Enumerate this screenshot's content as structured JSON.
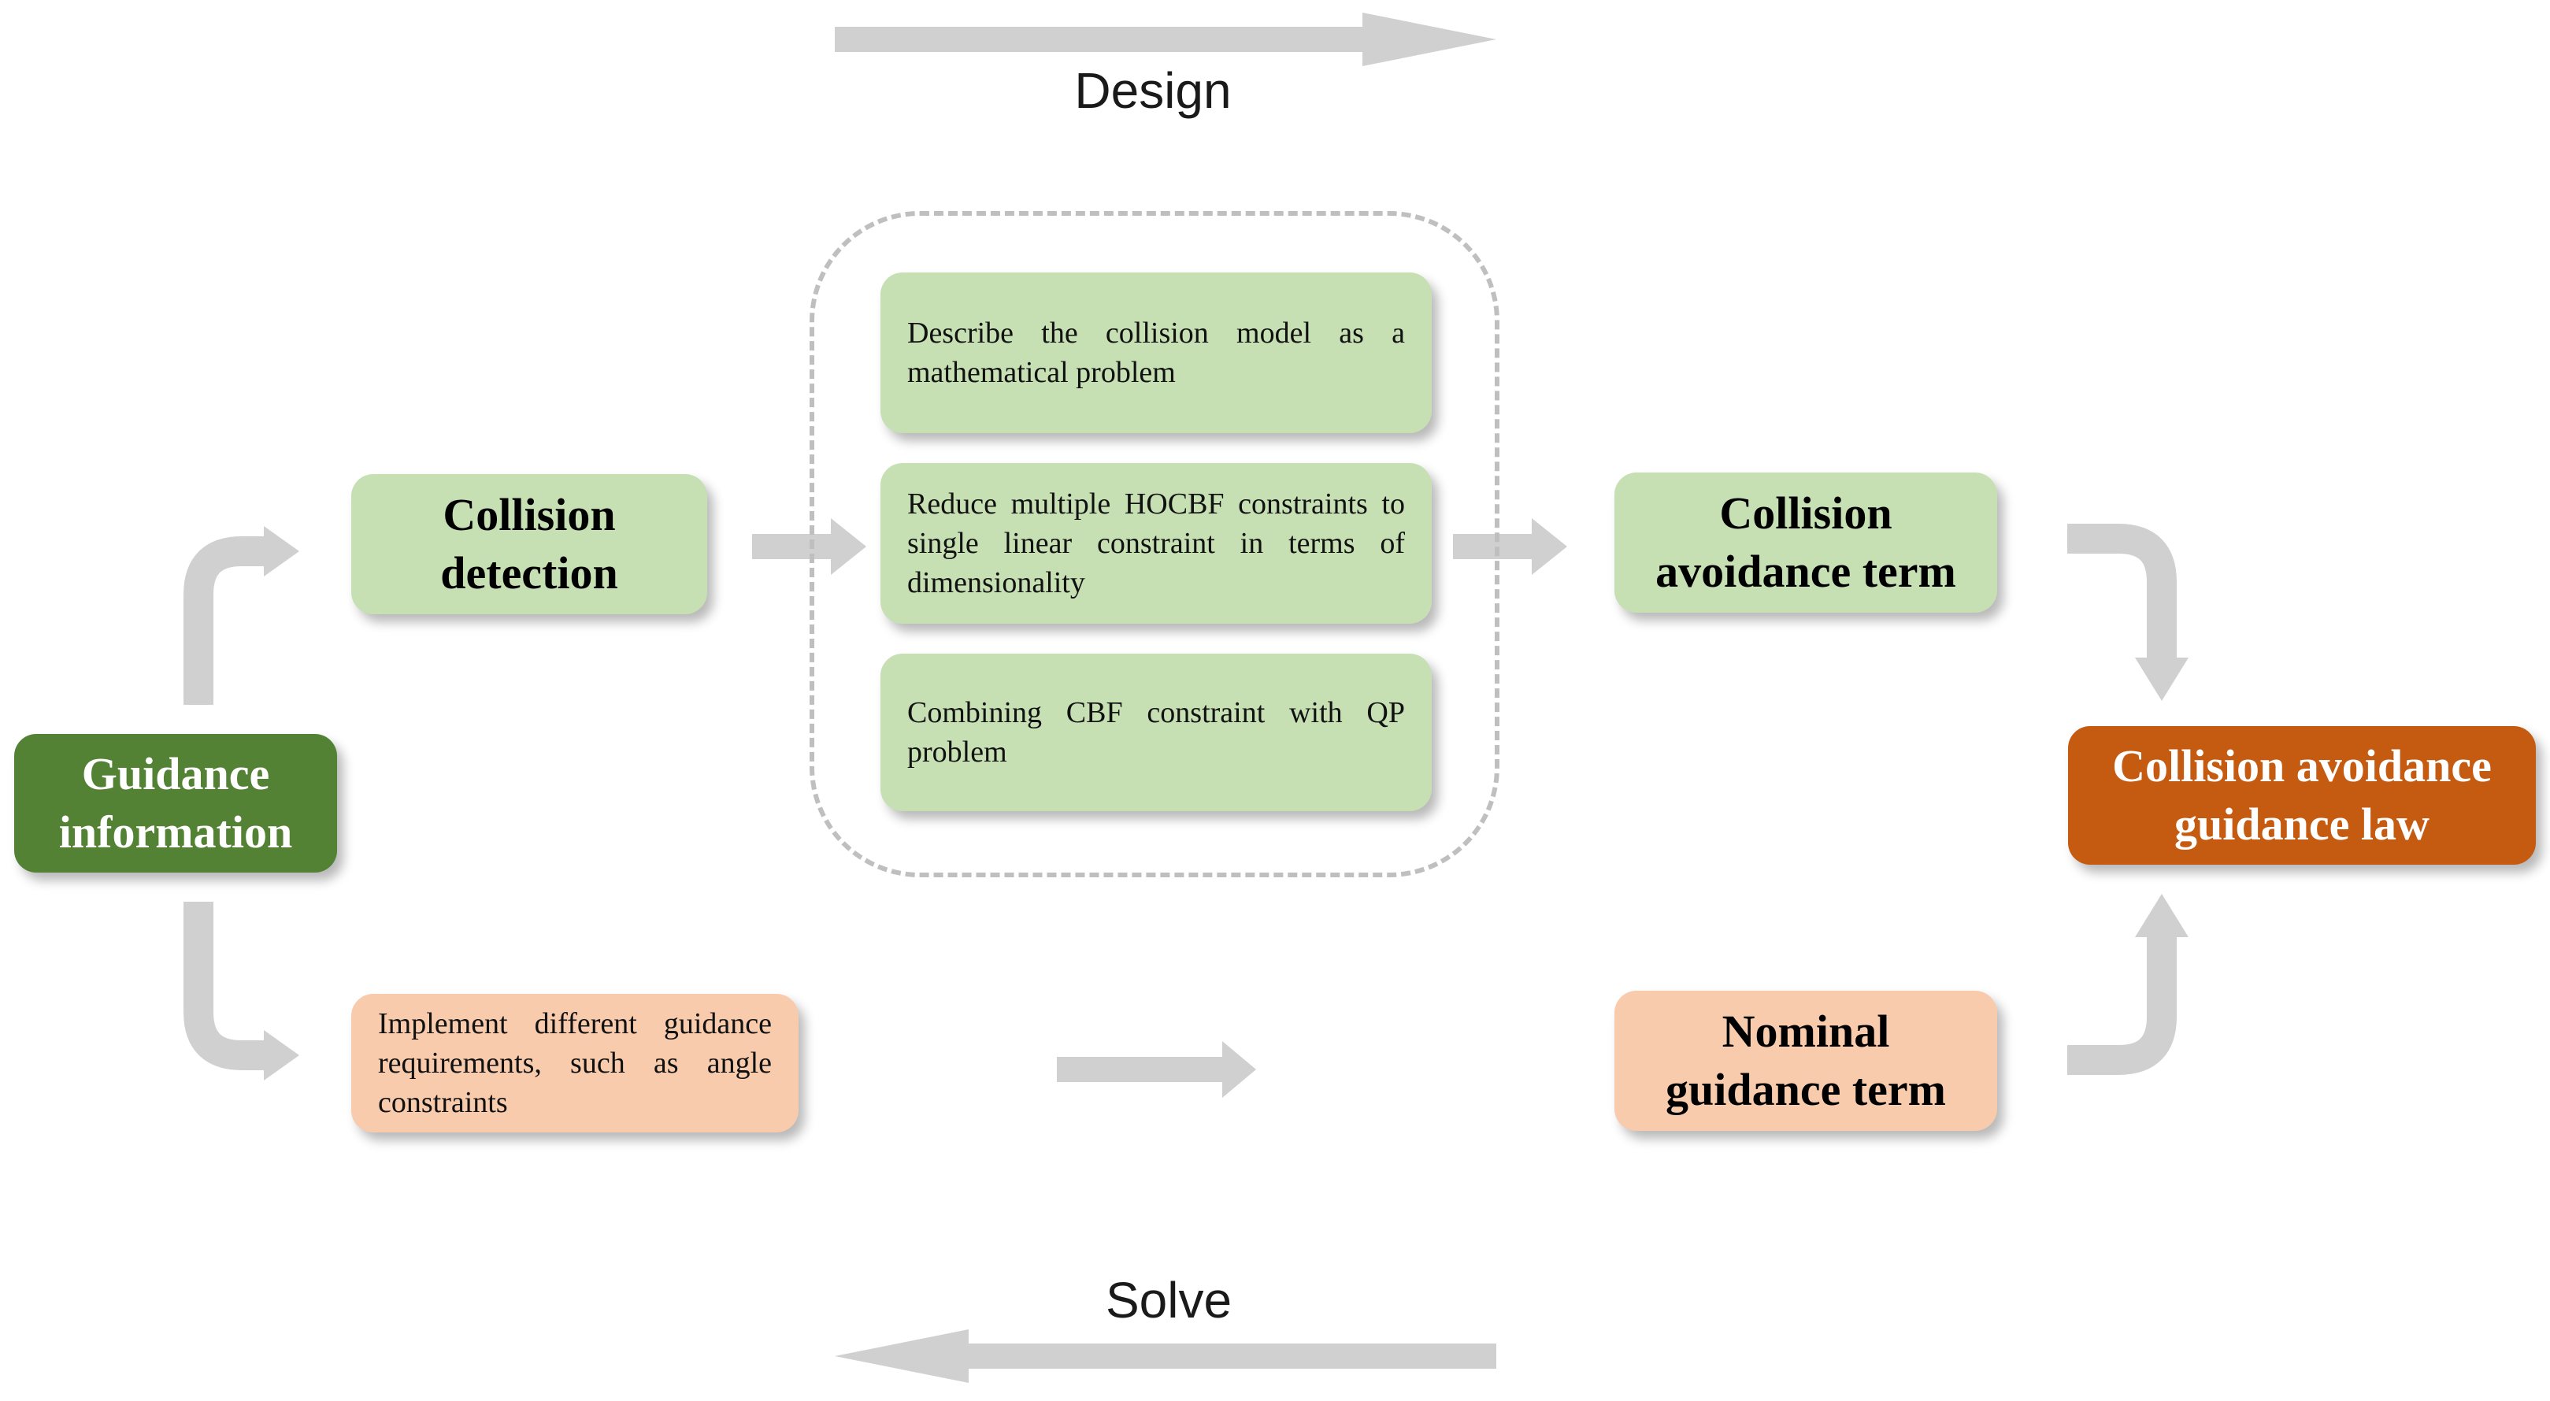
{
  "flow": {
    "top_label": "Design",
    "bottom_label": "Solve"
  },
  "nodes": {
    "guidance_information": "Guidance\ninformation",
    "collision_detection": "Collision\ndetection",
    "implement_requirements": "Implement different guidance requirements, such as angle constraints",
    "collision_avoidance_term": "Collision\navoidance term",
    "nominal_guidance_term": "Nominal\nguidance term",
    "collision_avoidance_law": "Collision avoidance\nguidance law"
  },
  "method_steps": [
    "Describe the collision model as a mathematical problem",
    "Reduce multiple HOCBF constraints to single linear constraint in terms of dimensionality",
    "Combining CBF constraint with QP problem"
  ],
  "colors": {
    "light_green": "#c6e0b4",
    "dark_green": "#548235",
    "peach": "#f8cbad",
    "orange": "#c55a11",
    "arrow_gray": "#d0d0d0",
    "dashed_gray": "#bfbfbf"
  }
}
